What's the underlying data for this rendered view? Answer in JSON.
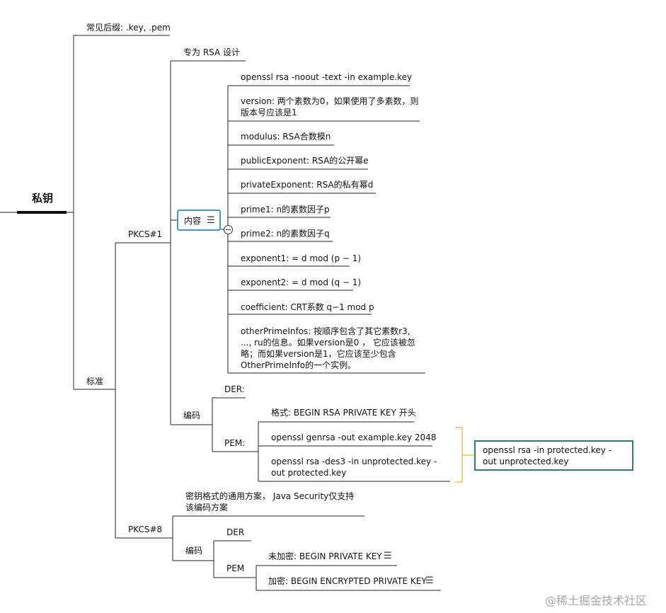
{
  "root": {
    "label": "私钥"
  },
  "branches": {
    "suffix": "常见后缀: .key, .pem",
    "standard": "标准",
    "pkcs1": {
      "label": "PKCS#1",
      "designed_for": "专为 RSA 设计",
      "content": {
        "label": "内容",
        "items": [
          "openssl rsa -noout -text -in example.key",
          "version: 两个素数为0，如果使用了多素数，则版本号应该是1",
          "modulus: RSA合数模n",
          "publicExponent: RSA的公开幂e",
          "privateExponent: RSA的私有幂d",
          "prime1: n的素数因子p",
          "prime2: n的素数因子q",
          "exponent1: = d mod (p − 1)",
          "exponent2: = d mod (q − 1)",
          "coefficient: CRT系数 q−1 mod p",
          "otherPrimeInfos: 按顺序包含了其它素数r3, ..., ru的信息。如果version是0 ， 它应该被忽略；而如果version是1，它应该至少包含OtherPrimeInfo的一个实例。"
        ]
      },
      "encoding": {
        "label": "编码",
        "der": "DER:",
        "pem": {
          "label": "PEM:",
          "items": [
            "格式: BEGIN RSA PRIVATE KEY 开头",
            "openssl genrsa -out example.key 2048",
            "openssl rsa -des3 -in unprotected.key -out protected.key"
          ],
          "summary": "openssl rsa -in protected.key -out unprotected.key"
        }
      }
    },
    "pkcs8": {
      "label": "PKCS#8",
      "general": "密钥格式的通用方案， Java Security仅支持该编码方案",
      "encoding": {
        "label": "编码",
        "der": "DER",
        "pem": {
          "label": "PEM",
          "items": [
            "未加密: BEGIN PRIVATE KEY",
            "加密: BEGIN ENCRYPTED PRIVATE KEY"
          ]
        }
      }
    }
  },
  "watermark": "@稀土掘金技术社区",
  "colors": {
    "selection": "#3d9ad6",
    "callout_border": "#2b7e72",
    "bracket": "#e8c547"
  }
}
